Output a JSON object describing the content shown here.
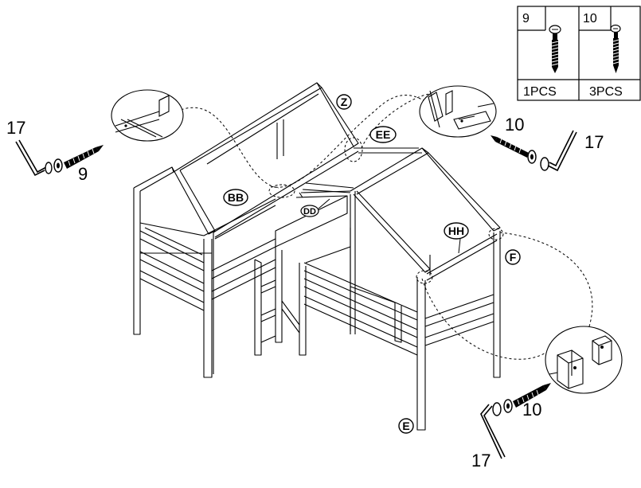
{
  "parts_table": {
    "columns": [
      {
        "number": "9",
        "quantity": "1PCS",
        "icon": "screw-short-icon"
      },
      {
        "number": "10",
        "quantity": "3PCS",
        "icon": "screw-long-icon"
      }
    ]
  },
  "part_labels": {
    "z": "Z",
    "ee": "EE",
    "bb": "BB",
    "dd": "DD",
    "hh": "HH",
    "f": "F",
    "e": "E"
  },
  "callouts": {
    "left": {
      "tool": "17",
      "screw": "9"
    },
    "top_right": {
      "screw": "10",
      "tool": "17"
    },
    "bottom_right": {
      "screw": "10",
      "tool": "17"
    }
  }
}
